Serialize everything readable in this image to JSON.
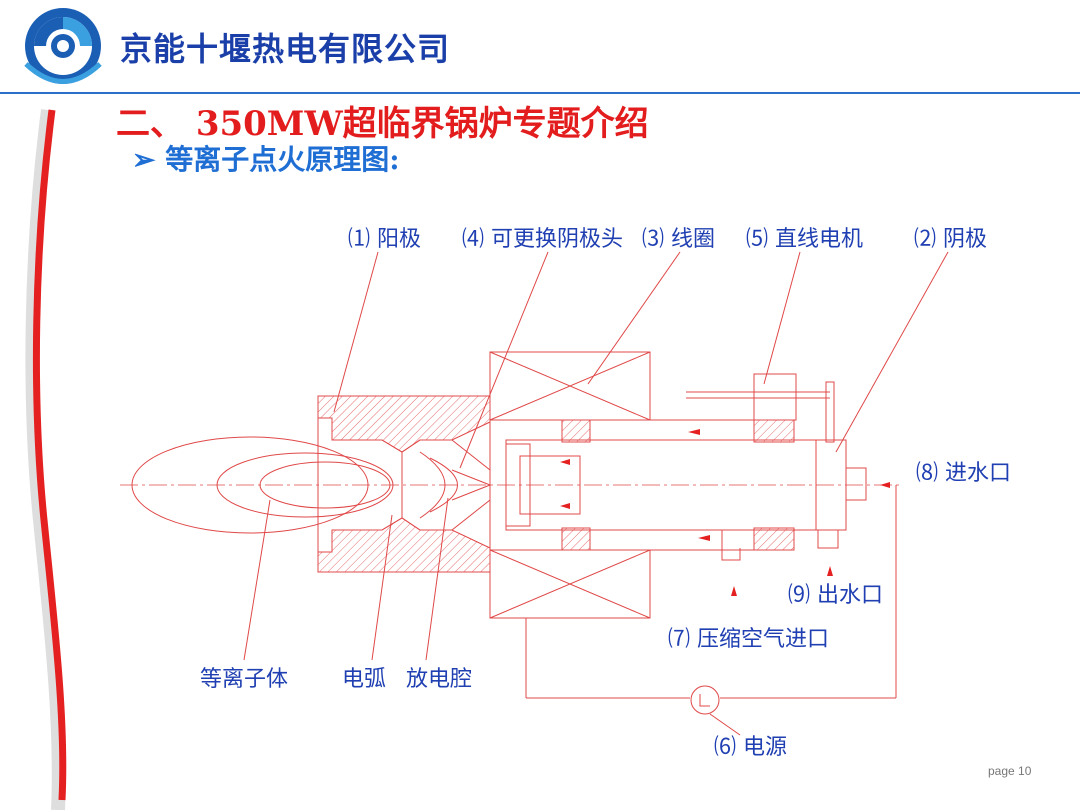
{
  "header": {
    "company": "京能十堰热电有限公司",
    "title": "二、 350MW超临界锅炉专题介绍",
    "subtitle_bullet": "➢",
    "subtitle": "等离子点火原理图:"
  },
  "diagram": {
    "labels": {
      "anode": "⑴ 阳极",
      "cathode_head": "⑷ 可更换阴极头",
      "coil": "⑶ 线圈",
      "linear_motor": "⑸ 直线电机",
      "cathode": "⑵ 阴极",
      "water_inlet": "⑻ 进水口",
      "water_outlet": "⑼ 出水口",
      "air_inlet": "⑺ 压缩空气进口",
      "power": "⑹ 电源",
      "plasma": "等离子体",
      "arc": "电弧",
      "chamber": "放电腔"
    }
  },
  "footer": {
    "page": "page 10"
  },
  "colors": {
    "brand_blue": "#1a3fa8",
    "title_red": "#e31d1d",
    "subtitle_blue": "#1f6ed4",
    "drawing_red": "#e04848",
    "label_blue": "#1f3fb2"
  }
}
